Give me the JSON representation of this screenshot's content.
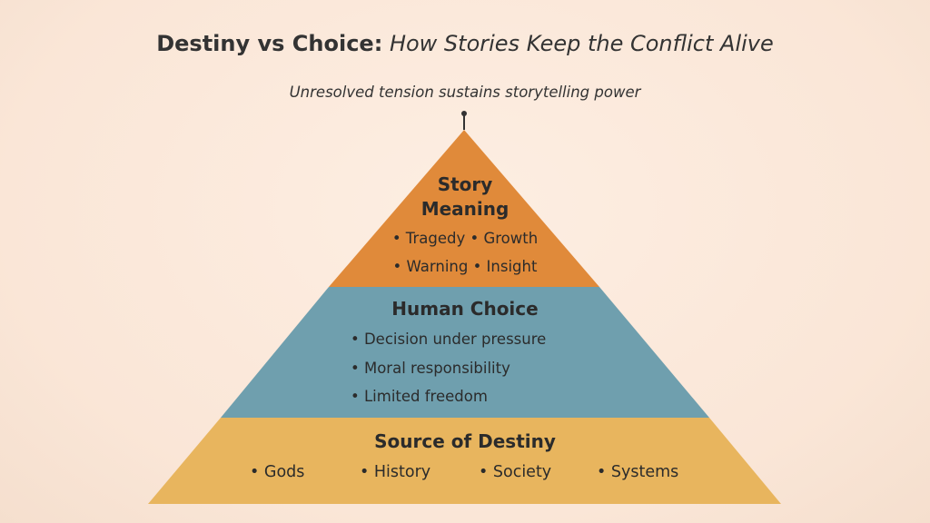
{
  "title": {
    "bold": "Destiny vs Choice:",
    "italic": "How Stories Keep the Conflict Alive"
  },
  "subtitle": "Unresolved tension sustains storytelling power",
  "colors": {
    "background": "#fbe9dc",
    "top_tier": "#e08a3a",
    "middle_tier": "#6f9fae",
    "bottom_tier": "#e8b55e",
    "text": "#2b2b2b"
  },
  "pyramid": {
    "top": {
      "title_line1": "Story",
      "title_line2": "Meaning",
      "line1": "• Tragedy • Growth",
      "line2": "• Warning • Insight"
    },
    "middle": {
      "title": "Human Choice",
      "items": [
        "• Decision under pressure",
        "• Moral responsibility",
        "• Limited freedom"
      ]
    },
    "bottom": {
      "title": "Source of Destiny",
      "items": [
        "• Gods",
        "• History",
        "• Society",
        "• Systems"
      ]
    }
  }
}
